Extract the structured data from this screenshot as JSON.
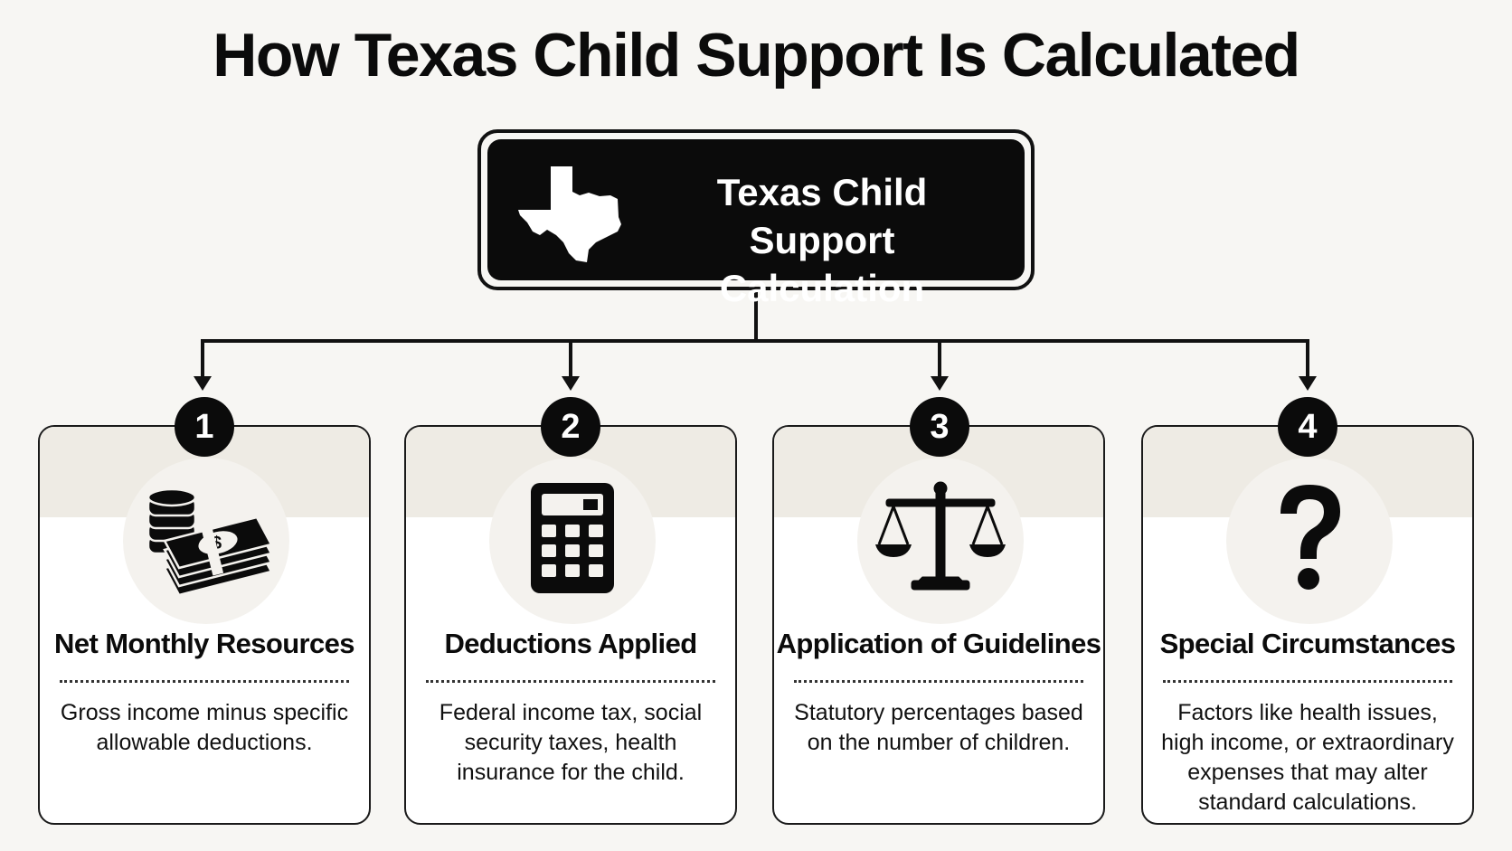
{
  "title": "How Texas Child Support Is Calculated",
  "root": {
    "label": "Texas Child Support Calculation",
    "icon": "texas-map-icon"
  },
  "steps": [
    {
      "number": "1",
      "heading": "Net Monthly Resources",
      "description": "Gross income minus specific allowable deductions.",
      "icon": "money-stack-icon"
    },
    {
      "number": "2",
      "heading": "Deductions Applied",
      "description": "Federal income tax, social security taxes, health insurance for the child.",
      "icon": "calculator-icon"
    },
    {
      "number": "3",
      "heading": "Application of Guidelines",
      "description": "Statutory percentages based on the number of children.",
      "icon": "scales-icon"
    },
    {
      "number": "4",
      "heading": "Special Circumstances",
      "description": "Factors like health issues, high income, or extraordinary expenses that may alter standard calculations.",
      "icon": "question-mark-icon"
    }
  ]
}
